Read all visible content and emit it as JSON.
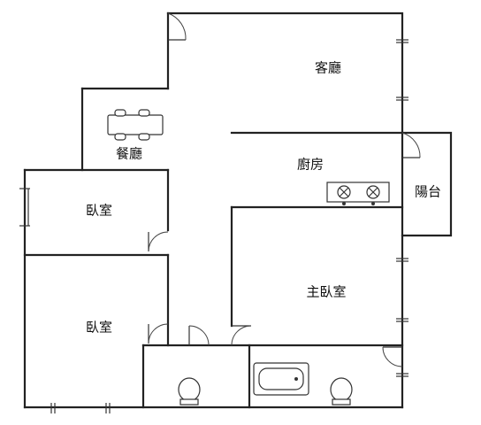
{
  "rooms": {
    "living": "客廳",
    "dining": "餐廳",
    "kitchen": "廚房",
    "balcony": "陽台",
    "bedroom_upper": "臥室",
    "bedroom_lower": "臥室",
    "master_bedroom": "主臥室"
  },
  "colors": {
    "wall": "#222222",
    "background": "#ffffff"
  },
  "icons": [
    "door-swing-icon",
    "dining-table-icon",
    "stove-icon",
    "bathtub-icon",
    "toilet-icon",
    "window-icon"
  ]
}
